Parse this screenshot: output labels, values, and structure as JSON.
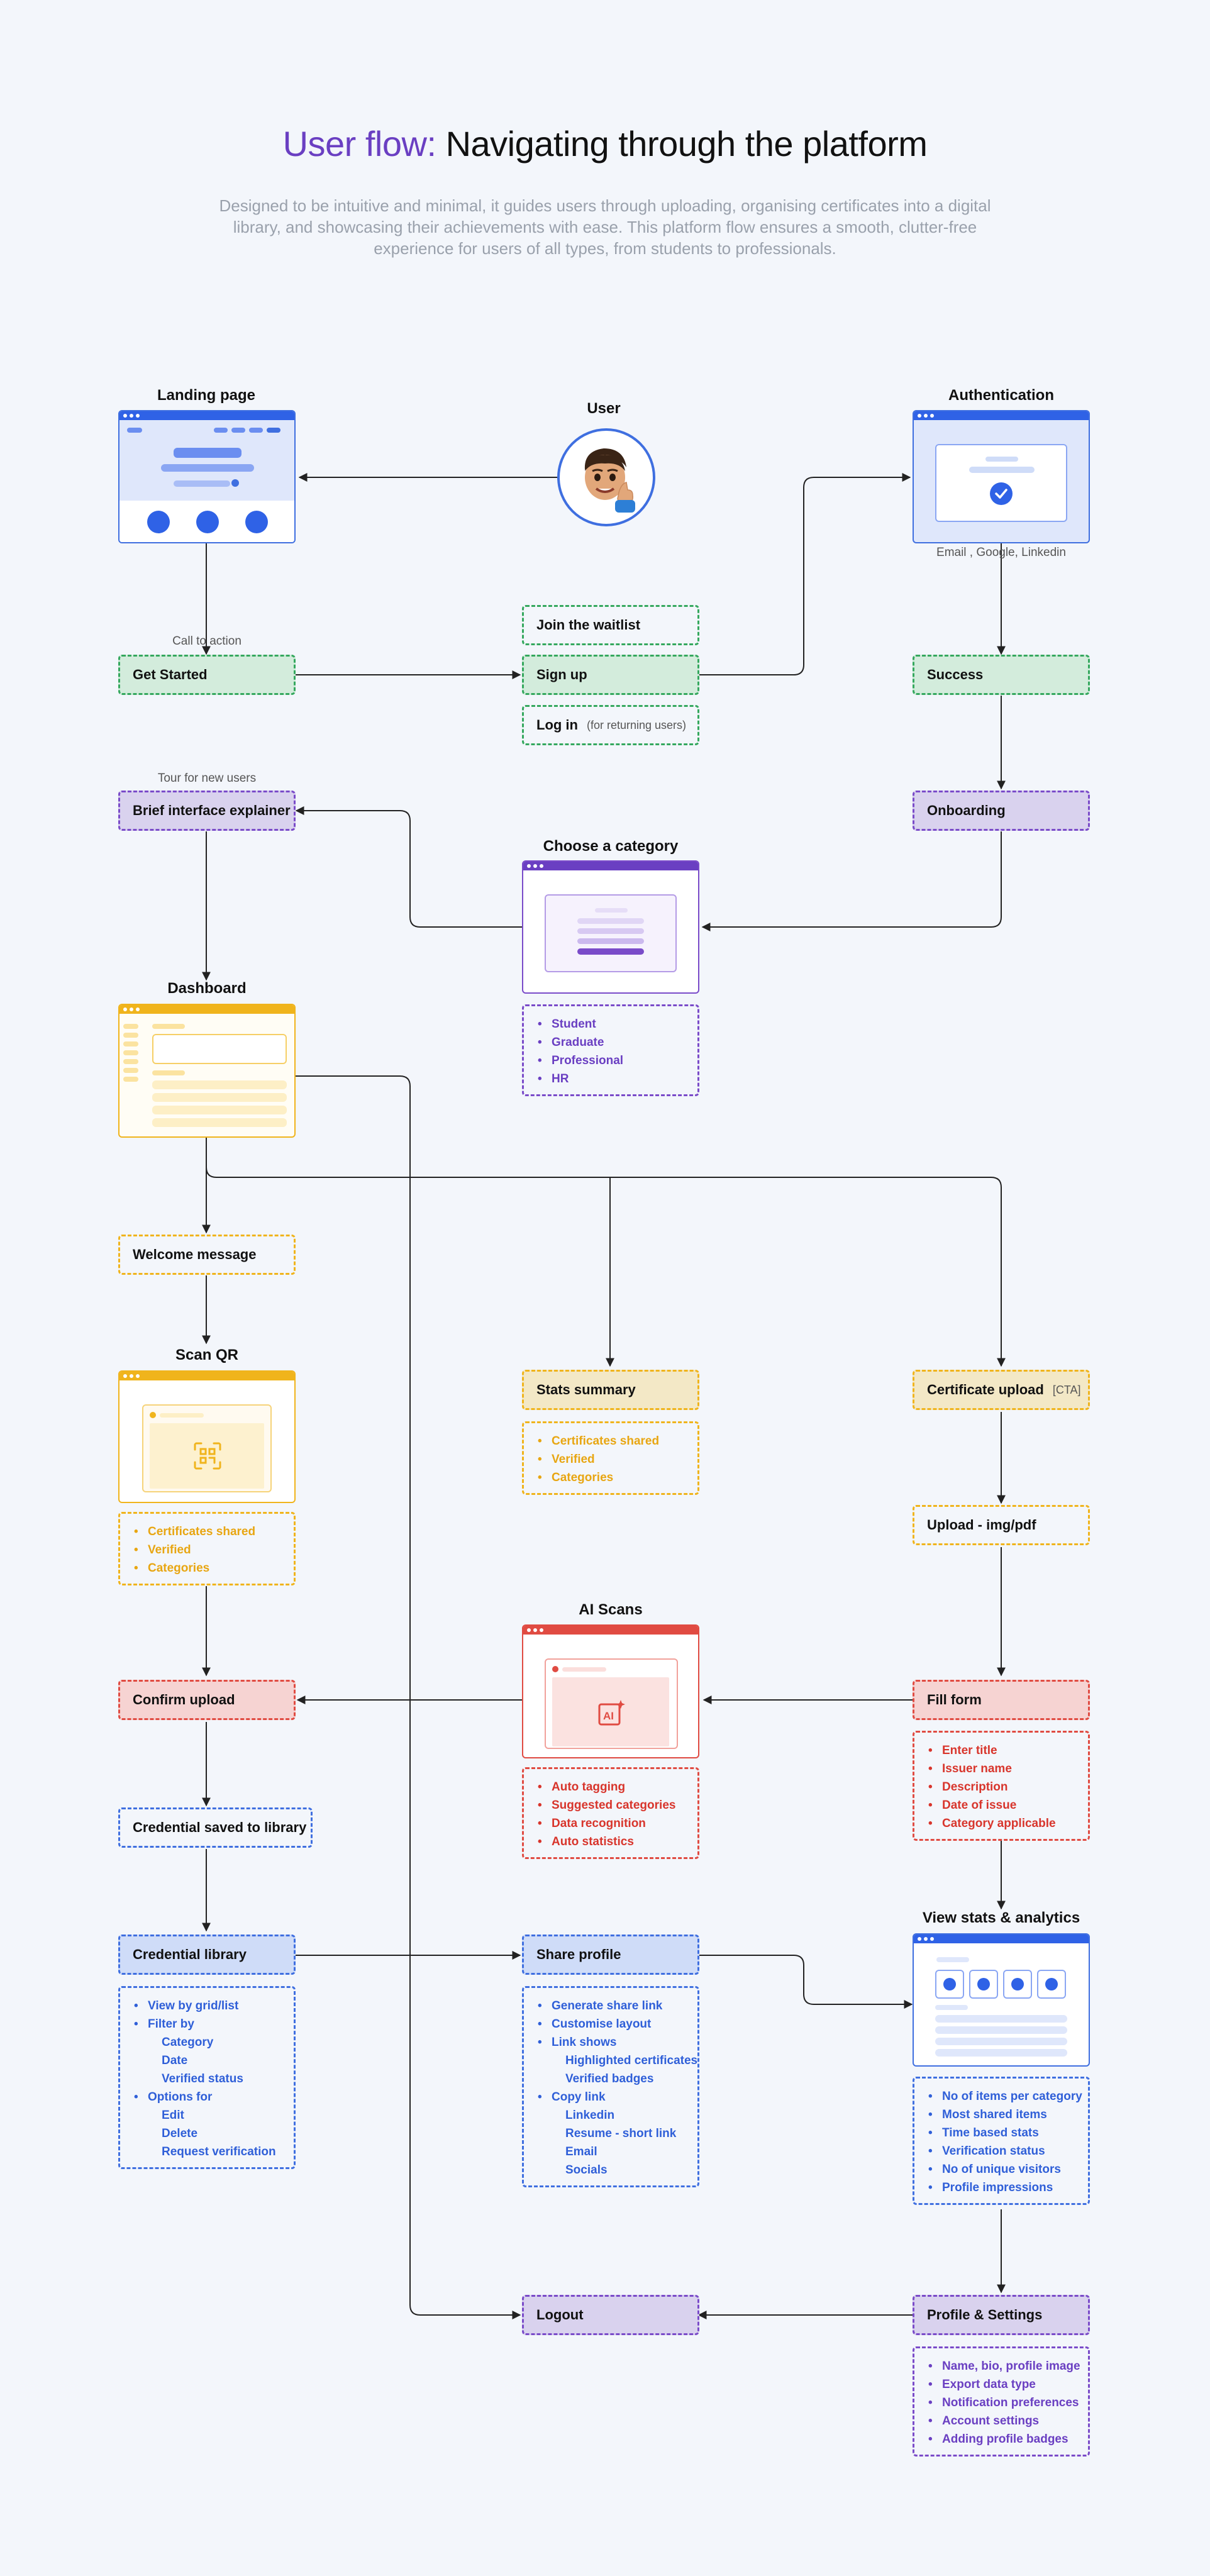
{
  "header": {
    "title_accent": "User flow:",
    "title_rest": " Navigating through the platform",
    "subtitle": "Designed to be intuitive and minimal, it guides users through uploading, organising certificates into a digital library, and showcasing their achievements with ease. This platform flow ensures a smooth, clutter-free experience for users of all types, from students to professionals."
  },
  "colors": {
    "purple": "#6a3fc2",
    "green": "#35a85e",
    "yellow": "#f0b41c",
    "red": "#e04b42",
    "blue": "#3f6fe0"
  },
  "landing": {
    "label": "Landing page"
  },
  "user": {
    "label": "User",
    "avatar_icon": "memoji-thumbs-up-icon"
  },
  "auth": {
    "label": "Authentication",
    "caption": "Email , Google, Linkedin",
    "icon": "check-circle-icon"
  },
  "cta": {
    "caption": "Call to action",
    "get_started": "Get Started"
  },
  "signup": {
    "waitlist": "Join the waitlist",
    "sign_up": "Sign up",
    "log_in": "Log in",
    "log_in_note": "(for returning users)"
  },
  "success": "Success",
  "onboarding": "Onboarding",
  "tour": {
    "caption": "Tour for new users",
    "explainer": "Brief interface explainer"
  },
  "category": {
    "label": "Choose a category",
    "items": [
      "Student",
      "Graduate",
      "Professional",
      "HR"
    ]
  },
  "dashboard": {
    "label": "Dashboard"
  },
  "welcome": "Welcome message",
  "scan_qr": {
    "label": "Scan QR",
    "icon": "qr-scan-icon",
    "items": [
      "Certificates shared",
      "Verified",
      "Categories"
    ]
  },
  "stats_summary": {
    "label": "Stats summary",
    "items": [
      "Certificates shared",
      "Verified",
      "Categories"
    ]
  },
  "cert_upload": {
    "label": "Certificate upload",
    "tag": "[CTA]"
  },
  "upload_type": "Upload - img/pdf",
  "ai_scans": {
    "label": "AI Scans",
    "icon": "ai-sparkle-icon",
    "items": [
      "Auto tagging",
      "Suggested categories",
      "Data recognition",
      "Auto statistics"
    ]
  },
  "confirm_upload": "Confirm upload",
  "fill_form": {
    "label": "Fill form",
    "items": [
      "Enter title",
      "Issuer name",
      "Description",
      "Date of issue",
      "Category applicable"
    ]
  },
  "credential_saved": "Credential saved to library",
  "credential_library": {
    "label": "Credential library",
    "items": [
      {
        "text": "View by grid/list",
        "bullet": true
      },
      {
        "text": "Filter by",
        "bullet": true
      },
      {
        "text": "Category",
        "bullet": false
      },
      {
        "text": "Date",
        "bullet": false
      },
      {
        "text": "Verified status",
        "bullet": false
      },
      {
        "text": "Options for",
        "bullet": true
      },
      {
        "text": "Edit",
        "bullet": false
      },
      {
        "text": "Delete",
        "bullet": false
      },
      {
        "text": "Request verification",
        "bullet": false
      }
    ]
  },
  "share_profile": {
    "label": "Share profile",
    "items": [
      {
        "text": "Generate share link",
        "bullet": true
      },
      {
        "text": "Customise layout",
        "bullet": true
      },
      {
        "text": "Link shows",
        "bullet": true
      },
      {
        "text": "Highlighted certificates",
        "bullet": false
      },
      {
        "text": "Verified badges",
        "bullet": false
      },
      {
        "text": "Copy link",
        "bullet": true
      },
      {
        "text": "Linkedin",
        "bullet": false
      },
      {
        "text": "Resume - short link",
        "bullet": false
      },
      {
        "text": "Email",
        "bullet": false
      },
      {
        "text": "Socials",
        "bullet": false
      }
    ]
  },
  "view_stats": {
    "label": "View stats & analytics",
    "items": [
      "No of items per category",
      "Most shared items",
      "Time based stats",
      "Verification status",
      "No of unique visitors",
      "Profile impressions"
    ]
  },
  "logout": "Logout",
  "profile_settings": {
    "label": "Profile & Settings",
    "items": [
      "Name, bio, profile image",
      "Export data type",
      "Notification preferences",
      "Account settings",
      "Adding profile badges"
    ]
  }
}
